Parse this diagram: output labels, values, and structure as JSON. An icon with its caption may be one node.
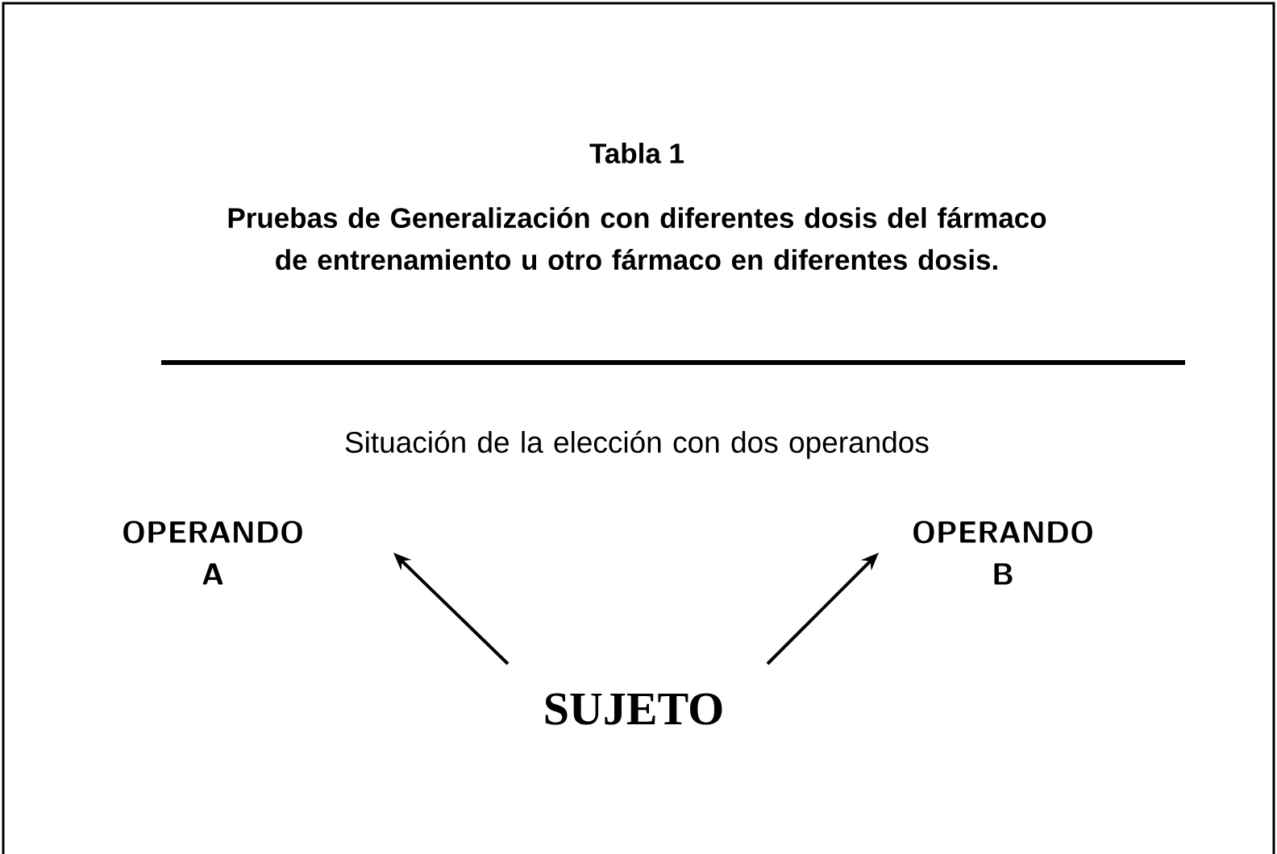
{
  "diagram": {
    "title": "Tabla 1",
    "nodes": [
      {
        "text": [
          "OPERANDO A"
        ]
      },
      {
        "text": [
          "OPERANDO B"
        ]
      },
      {
        "text": [
          "SUJETO"
        ]
      }
    ],
    "edges": [
      {
        "from": 2,
        "to": 0,
        "arrow": "to"
      },
      {
        "from": 2,
        "to": 1,
        "arrow": "to"
      }
    ],
    "labels": [
      "Pruebas de Generalización con diferentes dosis del fármaco de entrenamiento u otro fármaco en diferentes dosis.",
      "Situación de la elección con dos operandos"
    ]
  }
}
